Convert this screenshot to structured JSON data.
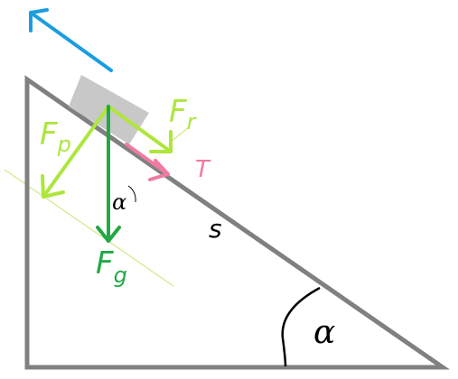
{
  "labels": {
    "force_parallel": "F",
    "force_parallel_sub": "p",
    "force_reaction": "F",
    "force_reaction_sub": "r",
    "force_gravity": "F",
    "force_gravity_sub": "g",
    "friction": "T",
    "distance": "s",
    "angle_inner": "α",
    "angle_base": "α"
  },
  "colors": {
    "incline": "#808080",
    "block": "#c8c8c8",
    "motion_arrow": "#1a9ee0",
    "force_parallel": "#aee63c",
    "force_reaction": "#aee63c",
    "force_gravity": "#22a844",
    "friction": "#f07aa0",
    "guide_line": "#d4e88a",
    "angle_text": "#000000"
  },
  "icons": {
    "motion": "arrow-up-left-icon"
  }
}
